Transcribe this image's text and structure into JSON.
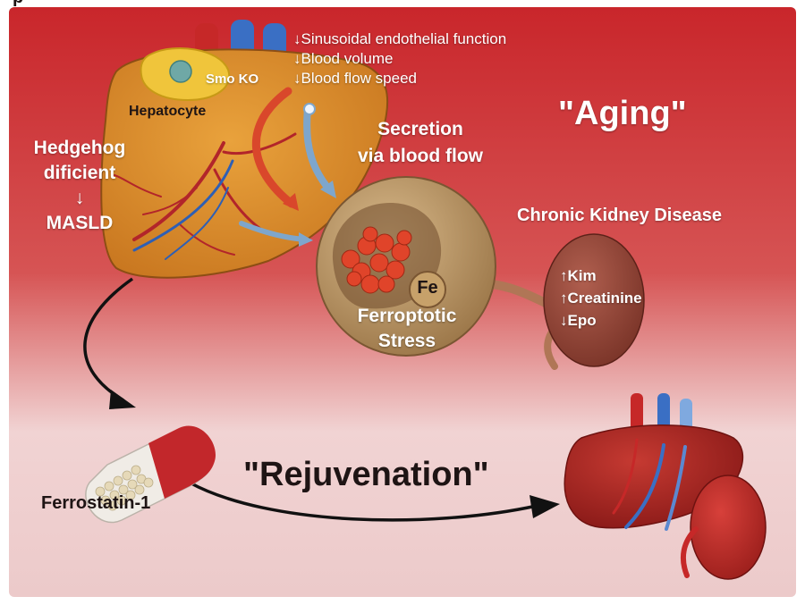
{
  "title_partial": "p",
  "liver_panel": {
    "smo_ko": "Smo KO",
    "hepatocyte": "Hepatocyte",
    "effects": [
      "↓Sinusoidal endothelial function",
      "↓Blood volume",
      "↓Blood flow speed"
    ],
    "hedgehog_lines": [
      "Hedgehog",
      "dificient",
      "↓",
      "MASLD"
    ]
  },
  "secretion_lines": [
    "Secretion",
    "via blood flow"
  ],
  "aging_label": "\"Aging\"",
  "cell": {
    "fe_label": "Fe",
    "stress_lines": [
      "Ferroptotic",
      "Stress"
    ]
  },
  "kidney_panel": {
    "title": "Chronic Kidney Disease",
    "markers": [
      "↑Kim",
      "↑Creatinine",
      "↓Epo"
    ]
  },
  "treatment": {
    "drug_label": "Ferrostatin-1",
    "rejuvenation_label": "\"Rejuvenation\""
  }
}
